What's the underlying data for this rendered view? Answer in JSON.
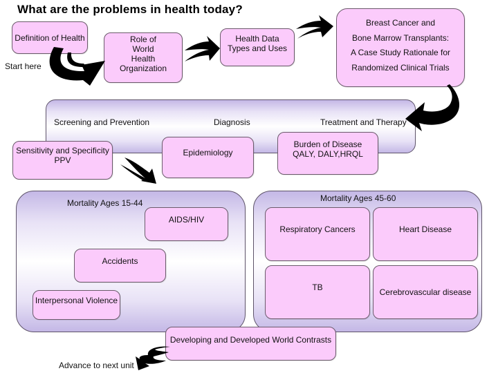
{
  "title": "What are the problems in health today?",
  "labels": {
    "start": "Start here",
    "advance": "Advance to next unit"
  },
  "top_row": {
    "definition": "Definition of Health",
    "who": [
      "Role of",
      "World",
      "Health",
      "Organization"
    ],
    "data_types": [
      "Health Data",
      "Types and Uses"
    ],
    "case_study": [
      "Breast Cancer and",
      "Bone Marrow Transplants:",
      "A Case Study Rationale for",
      "Randomized Clinical Trials"
    ]
  },
  "banner": {
    "screening": "Screening and Prevention",
    "diagnosis": "Diagnosis",
    "treatment": "Treatment and Therapy"
  },
  "middle_row": {
    "sensitivity": [
      "Sensitivity and Specificity",
      "PPV"
    ],
    "epidemiology": "Epidemiology",
    "burden": [
      "Burden of Disease",
      "QALY, DALY,HRQL"
    ]
  },
  "mortality_young": {
    "title": "Mortality Ages 15-44",
    "items": [
      "AIDS/HIV",
      "Accidents",
      "Interpersonal Violence"
    ]
  },
  "mortality_older": {
    "title": "Mortality Ages 45-60",
    "items": [
      "Respiratory Cancers",
      "Heart Disease",
      "TB",
      "Cerebrovascular disease"
    ]
  },
  "contrasts": "Developing and Developed World Contrasts",
  "colors": {
    "box_fill": "#fbcbfb",
    "panel_tint": "#c4b8e6",
    "arrow": "#000000"
  }
}
